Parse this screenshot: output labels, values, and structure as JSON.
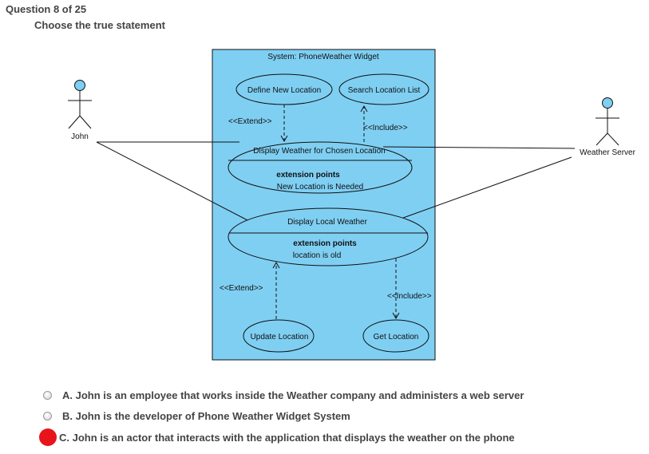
{
  "question": {
    "number_text": "Question 8 of 25",
    "prompt": "Choose the true statement"
  },
  "diagram": {
    "system_label": "System: PhoneWeather Widget",
    "actors": {
      "john": "John",
      "weather_server": "Weather Server"
    },
    "use_cases": {
      "define_new_location": "Define New Location",
      "search_location_list": "Search Location List",
      "display_weather_chosen": "Display Weather for Chosen Location",
      "display_weather_chosen_ext_title": "extension points",
      "display_weather_chosen_ext_point": "New Location is Needed",
      "display_local_weather": "Display Local Weather",
      "display_local_weather_ext_title": "extension points",
      "display_local_weather_ext_point": "location is old",
      "update_location": "Update Location",
      "get_location": "Get Location"
    },
    "relationships": {
      "extend_top": "<<Extend>>",
      "include_top": "<<Include>>",
      "extend_bottom": "<<Extend>>",
      "include_bottom": "<<Include>>"
    },
    "colors": {
      "system_fill": "#7fcff3",
      "actor_head": "#7fcff3"
    }
  },
  "options": [
    {
      "text": "A. John is an employee that works inside the Weather company and administers a web server",
      "selected": false
    },
    {
      "text": "B. John is the developer of Phone Weather Widget System",
      "selected": false
    },
    {
      "text": "C. John is an actor that interacts with the application that displays the weather on the phone",
      "selected": true
    }
  ],
  "selected_color": "#e8141b"
}
